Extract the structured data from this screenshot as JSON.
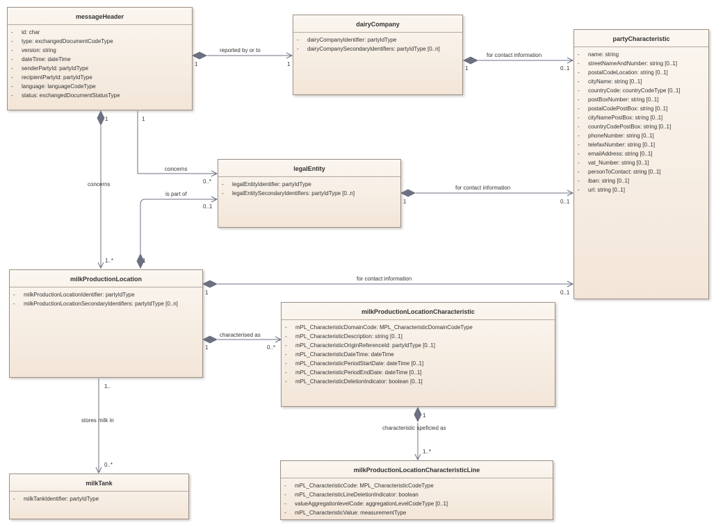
{
  "classes": {
    "messageHeader": {
      "name": "messageHeader",
      "attributes": [
        "id: char",
        "type: exchangedDocumentCodeType",
        "version: string",
        "dateTime: dateTime",
        "senderPartyId: partyIdType",
        "recipientPartyId: partyIdType",
        "language: languageCodeType",
        "status: exchangedDocumentStatusType"
      ]
    },
    "dairyCompany": {
      "name": "dairyCompany",
      "attributes": [
        "dairyCompanyIdentifier: partyIdType",
        "dairyCompanySecondaryIdentifiers: partyIdType [0..n]"
      ]
    },
    "partyCharacteristic": {
      "name": "partyCharacteristic",
      "attributes": [
        "name: string",
        "streetNameAndNumber: string [0..1]",
        "postalCodeLocation: string [0..1]",
        "cityName: string [0..1]",
        "countryCode: countryCodeType [0..1]",
        "postBoxNumber: string [0..1]",
        "postalCodePostBox: string [0..1]",
        "cityNamePostBox: string [0..1]",
        "countryCodePostBox: string [0..1]",
        "phoneNumber: string [0..1]",
        "telefaxNumber: string [0..1]",
        "emailAddress: string [0..1]",
        "vat_Number: string [0..1]",
        "personToContact: string [0..1]",
        "iban: string [0..1]",
        "url: string [0..1]"
      ]
    },
    "legalEntity": {
      "name": "legalEntity",
      "attributes": [
        "legalEntityIdentifier: partyIdType",
        "legalEntitySecondaryIdentifiers: partyIdType [0..n]"
      ]
    },
    "milkProductionLocation": {
      "name": "milkProductionLocation",
      "attributes": [
        "milkProductionLocationIdentifier: partyIdType",
        "milkProductionLocationSecondaryIdentifiers: partyIdType [0..n]"
      ]
    },
    "milkProductionLocationCharacteristic": {
      "name": "milkProductionLocationCharacteristic",
      "attributes": [
        "mPL_CharacteristicDomainCode: MPL_CharacteristicDomainCodeType",
        "mPL_CharacteristicDescription: string [0..1]",
        "mPL_CharacteristicOriginReferenceId: partyIdType [0..1]",
        "mPL_CharacteristicDateTime: dateTime",
        "mPL_CharacteristicPeriodStartDate: dateTime [0..1]",
        "mPL_CharacteristicPeriodEndDate: dateTime [0..1]",
        "mPL_CharacteristicDeletionIndicator: boolean [0..1]"
      ]
    },
    "milkTank": {
      "name": "milkTank",
      "attributes": [
        "milkTankIdentifier: partyIdType"
      ]
    },
    "milkProductionLocationCharacteristicLine": {
      "name": "milkProductionLocationCharacteristicLine",
      "attributes": [
        "mPL_CharacteristicCode: MPL_CharacteristicCodeType",
        "mPL_CharacteristicLineDeletionIndicator: boolean",
        "valueAggregationlevelCode: aggregationLevelCodeType [0..1]",
        "mPL_CharacteristicValue: measurementType"
      ]
    }
  },
  "links": {
    "reported_by": {
      "label": "reported by or to",
      "source_mult": "1",
      "target_mult": "1"
    },
    "dairy_contact": {
      "label": "for contact information",
      "source_mult": "1",
      "target_mult": "0..1"
    },
    "header_concerns_legal": {
      "label": "concerns",
      "source_mult": "1",
      "target_mult": "0..*"
    },
    "header_concerns_mpl": {
      "label": "concerns",
      "source_mult": "1",
      "target_mult": "1..*"
    },
    "legal_contact": {
      "label": "for contact information",
      "source_mult": "1",
      "target_mult": "0..1"
    },
    "is_part_of": {
      "label": "is part of",
      "source_mult": "1",
      "target_mult": "0..1"
    },
    "mpl_contact": {
      "label": "for contact information",
      "source_mult": "1",
      "target_mult": "0..1"
    },
    "characterised_as": {
      "label": "characterised as",
      "source_mult": "1",
      "target_mult": "0..*"
    },
    "stores_milk_in": {
      "label": "stores milk in",
      "source_mult": "1..",
      "target_mult": "0..*"
    },
    "specified_as": {
      "label": "characteristic speficied as",
      "source_mult": "1",
      "target_mult": "1..*"
    }
  },
  "colors": {
    "line": "#6c7080",
    "border": "#9a8f86",
    "fill_top": "#fbf6f0",
    "fill_bottom": "#f3e6d8"
  }
}
